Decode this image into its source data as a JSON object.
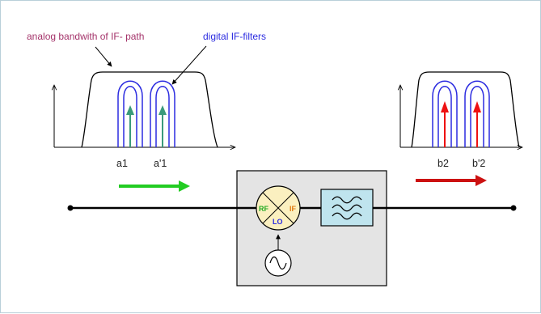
{
  "labels": {
    "analog_bandwidth": "analog bandwith of IF- path",
    "digital_filters": "digital IF-filters",
    "a1": "a1",
    "a1_prime": "a'1",
    "b2": "b2",
    "b2_prime": "b'2",
    "rf": "RF",
    "if": "IF",
    "lo": "LO"
  },
  "colors": {
    "analog_label": "#a4336a",
    "digital_label": "#2c2ce0",
    "input_arrow": "#22cc22",
    "output_arrow": "#cc1111",
    "input_signal": "#3a9a7a",
    "output_signal": "#ee1111",
    "filter_curve": "#2c2ce0",
    "mixer_fill": "#fbf0c0",
    "filter_box_fill": "#bfe4ee",
    "block_fill": "#e4e4e4"
  },
  "icons": [
    "mixer-icon",
    "bandpass-filter-icon",
    "sine-oscillator-icon"
  ]
}
